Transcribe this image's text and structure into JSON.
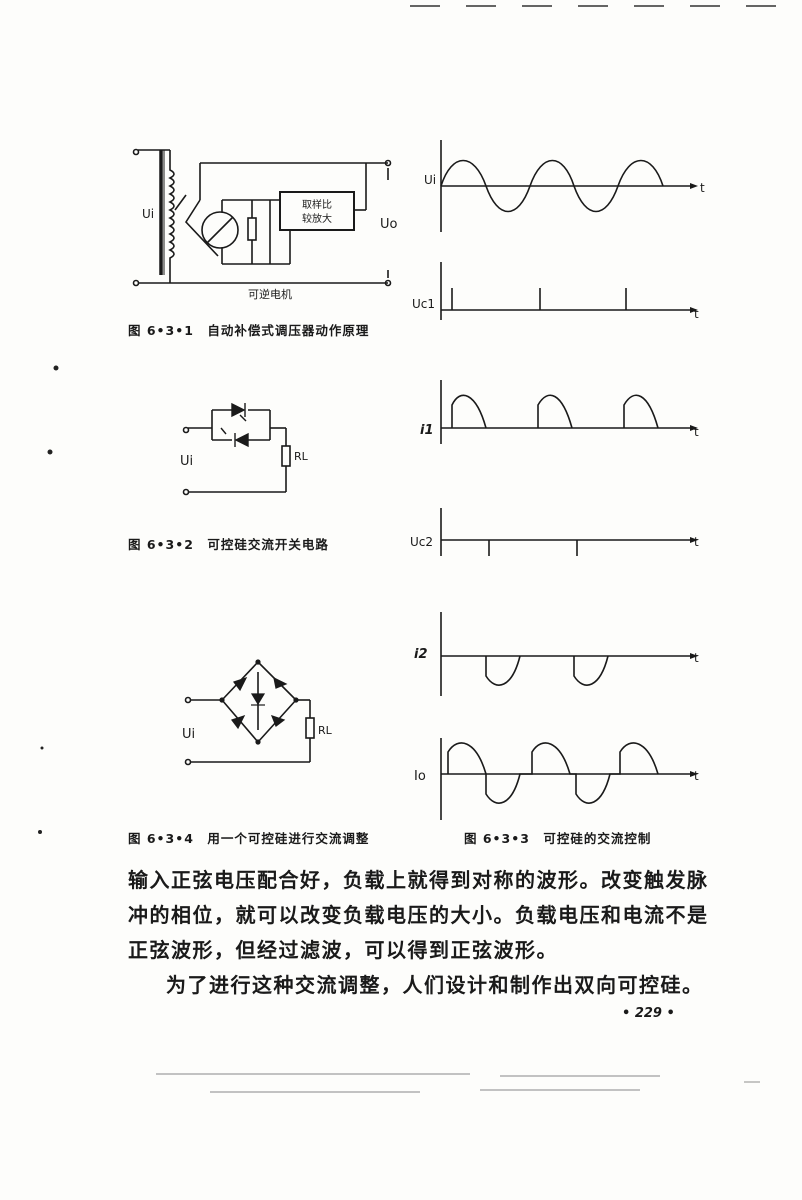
{
  "figures": {
    "fig_6_3_1": {
      "caption": "图 6•3•1　自动补偿式调压器动作原理",
      "box_label_line1": "取样比",
      "box_label_line2": "较放大",
      "motor_label": "可逆电机",
      "input_label": "Ui",
      "output_label": "Uo"
    },
    "fig_6_3_2": {
      "caption": "图 6•3•2　可控硅交流开关电路",
      "input_label": "Ui",
      "load_label": "RL"
    },
    "fig_6_3_4": {
      "caption": "图 6•3•4　用一个可控硅进行交流调整",
      "input_label": "Ui",
      "load_label": "RL"
    },
    "fig_6_3_3": {
      "caption": "图 6•3•3　可控硅的交流控制",
      "panels": [
        {
          "label": "Ui",
          "axis": "t"
        },
        {
          "label": "Uc1",
          "axis": "t"
        },
        {
          "label": "i1",
          "axis": "t"
        },
        {
          "label": "Uc2",
          "axis": "t"
        },
        {
          "label": "i2",
          "axis": "t"
        },
        {
          "label": "Io",
          "axis": "t"
        }
      ]
    }
  },
  "body": {
    "line1": "输入正弦电压配合好，负载上就得到对称的波形。改变触发脉",
    "line2": "冲的相位，就可以改变负载电压的大小。负载电压和电流不是",
    "line3": "正弦波形，但经过滤波，可以得到正弦波形。",
    "line4": "为了进行这种交流调整，人们设计和制作出双向可控硅。"
  },
  "page_number": "• 229 •"
}
